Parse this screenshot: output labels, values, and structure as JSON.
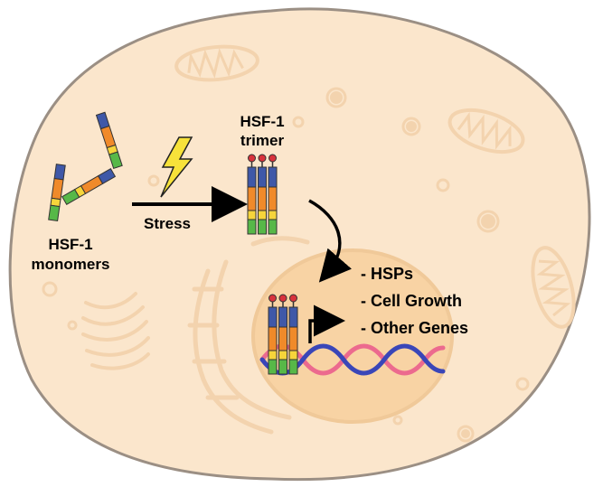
{
  "labels": {
    "monomers_line1": "HSF-1",
    "monomers_line2": "monomers",
    "trimer_line1": "HSF-1",
    "trimer_line2": "trimer",
    "stress": "Stress",
    "target_hsps": "- HSPs",
    "target_growth": "- Cell Growth",
    "target_other": "- Other Genes"
  },
  "colors": {
    "cell_fill": "#fbe6cc",
    "cell_outline": "#9b8f84",
    "nucleus_fill": "#f8d3a4",
    "nucleus_outline": "#f0c999",
    "organelle": "#f3d3ae",
    "dna_blue": "#3a46b8",
    "dna_pink": "#ec6a8e",
    "hsf_blue": "#3f58a8",
    "hsf_orange": "#f08a2a",
    "hsf_yellow": "#f6d53b",
    "hsf_green": "#57b848",
    "knob_red": "#d8323c",
    "lightning_fill": "#f7e23a"
  },
  "icons": {
    "stress_symbol": "lightning-icon",
    "transcription_arrow": "bent-arrow-icon"
  }
}
